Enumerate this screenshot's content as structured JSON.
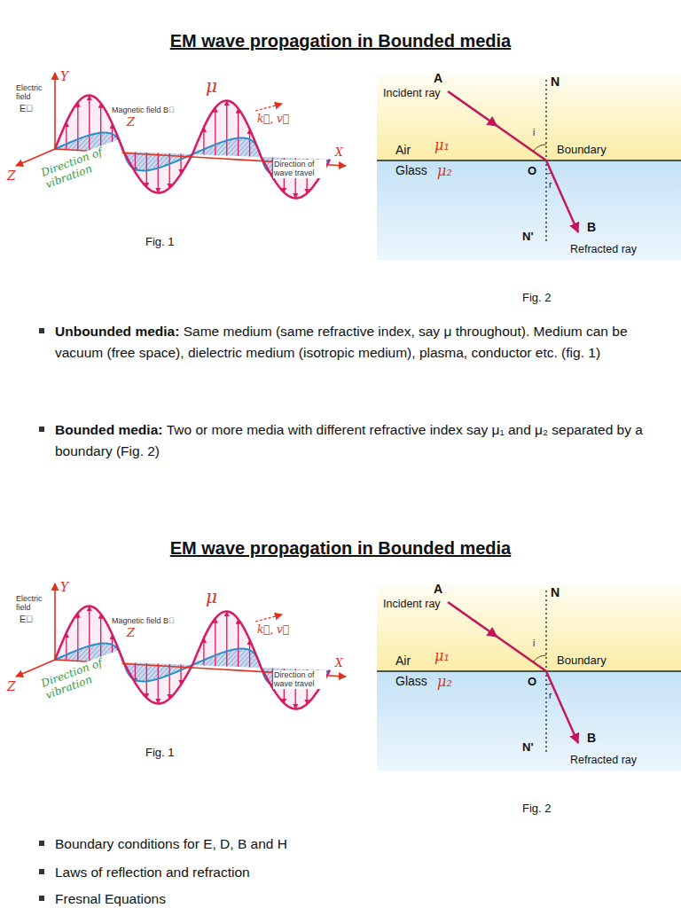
{
  "diagram": {
    "title": "EM wave propagation in Bounded media",
    "labels": [
      "Electric field",
      "E⃗",
      "Y",
      "Magnetic field B⃗",
      "Z",
      "μ",
      "k⃗, v⃗",
      "Z",
      "X",
      "Direction of vibration",
      "Direction of wave travel",
      "A",
      "N",
      "Incident ray",
      "Air",
      "μ₁",
      "Boundary",
      "Glass",
      "μ₂",
      "O",
      "i",
      "r",
      "N'",
      "B",
      "Refracted ray",
      "Fig. 1",
      "Fig. 2",
      "Unbounded media:",
      "Same medium (same refractive index, say μ throughout). Medium can be vacuum (free space), dielectric medium (isotropic medium), plasma, conductor etc.   (fig. 1)",
      "Bounded media:",
      "Two or more media with different refractive index say μ₁ and μ₂ separated by a boundary (Fig. 2)",
      "EM wave propagation in Bounded media",
      "Electric field",
      "E⃗",
      "Y",
      "Magnetic field B⃗",
      "Z",
      "μ",
      "k⃗, v⃗",
      "Z",
      "X",
      "Direction of vibration",
      "Direction of wave travel",
      "A",
      "N",
      "Incident ray",
      "Air",
      "μ₁",
      "Boundary",
      "Glass",
      "μ₂",
      "O",
      "i",
      "r",
      "N'",
      "B",
      "Refracted ray",
      "Fig. 1",
      "Fig. 2",
      "Boundary conditions for E, D, B and H",
      "Laws of reflection and refraction",
      "Fresnal Equations"
    ]
  }
}
